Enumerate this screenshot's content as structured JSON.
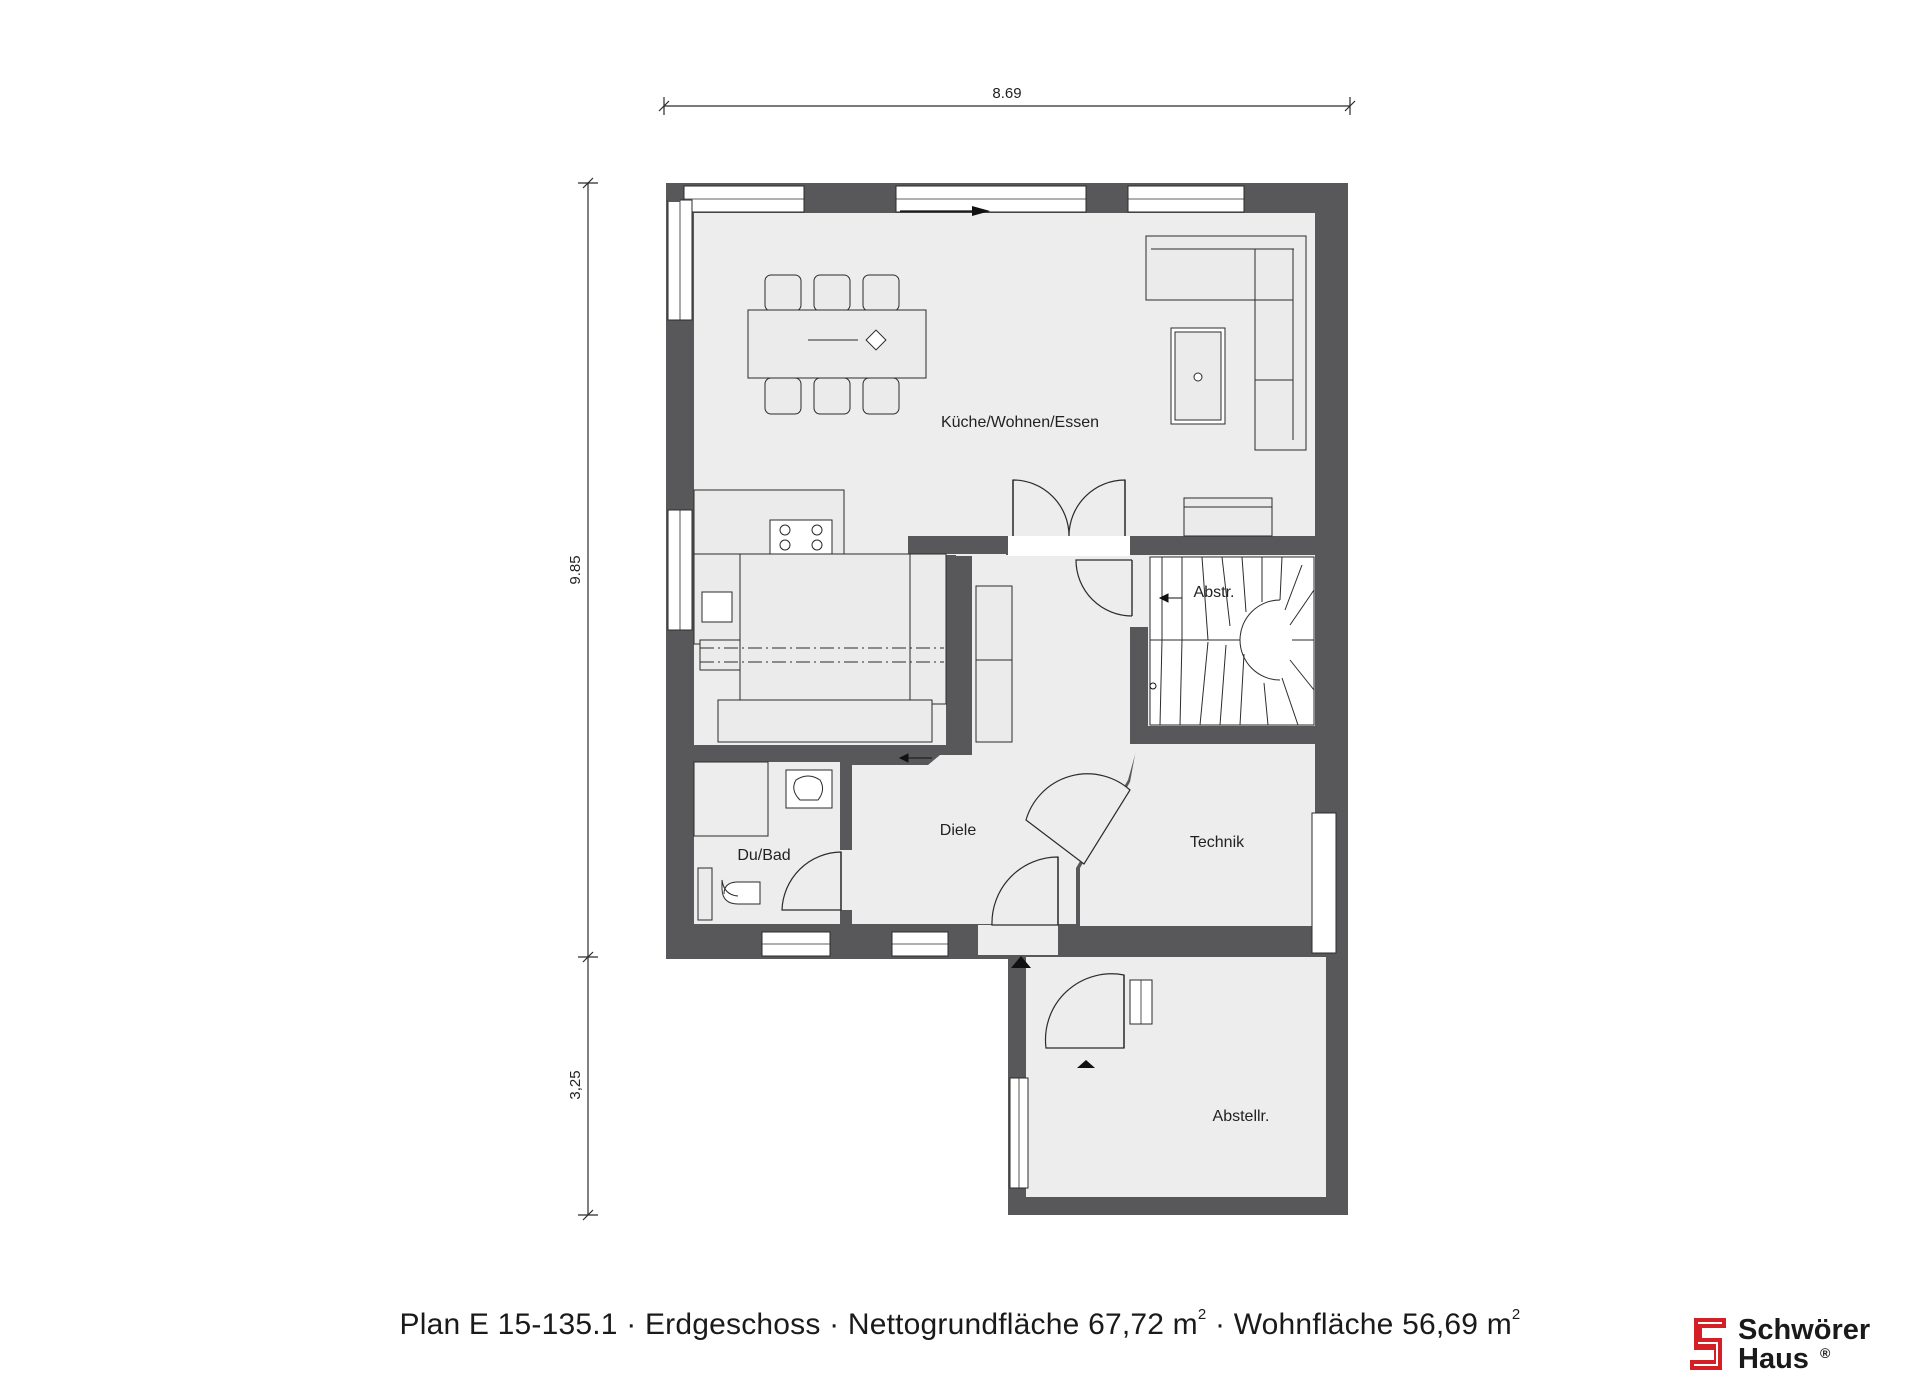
{
  "dimensions": {
    "width": "8.69",
    "height_upper": "9.85",
    "height_lower": "3,25"
  },
  "rooms": {
    "kueche": "Küche/Wohnen/Essen",
    "abstr": "Abstr.",
    "diele": "Diele",
    "dubad": "Du/Bad",
    "technik": "Technik",
    "abstellr": "Abstellr."
  },
  "caption": {
    "plan": "Plan E 15-135.1",
    "sep": " · ",
    "floor": "Erdgeschoss",
    "net_label": "Nettogrundfläche 67,72 m",
    "living_label": "Wohnfläche 56,69 m",
    "unit_exp": "2"
  },
  "logo": {
    "line1": "Schwörer",
    "line2": "Haus",
    "mark": "®"
  },
  "colors": {
    "wall": "#58585a",
    "floor": "#ededed",
    "line": "#2b2b2b",
    "logo_red": "#d51f26"
  }
}
